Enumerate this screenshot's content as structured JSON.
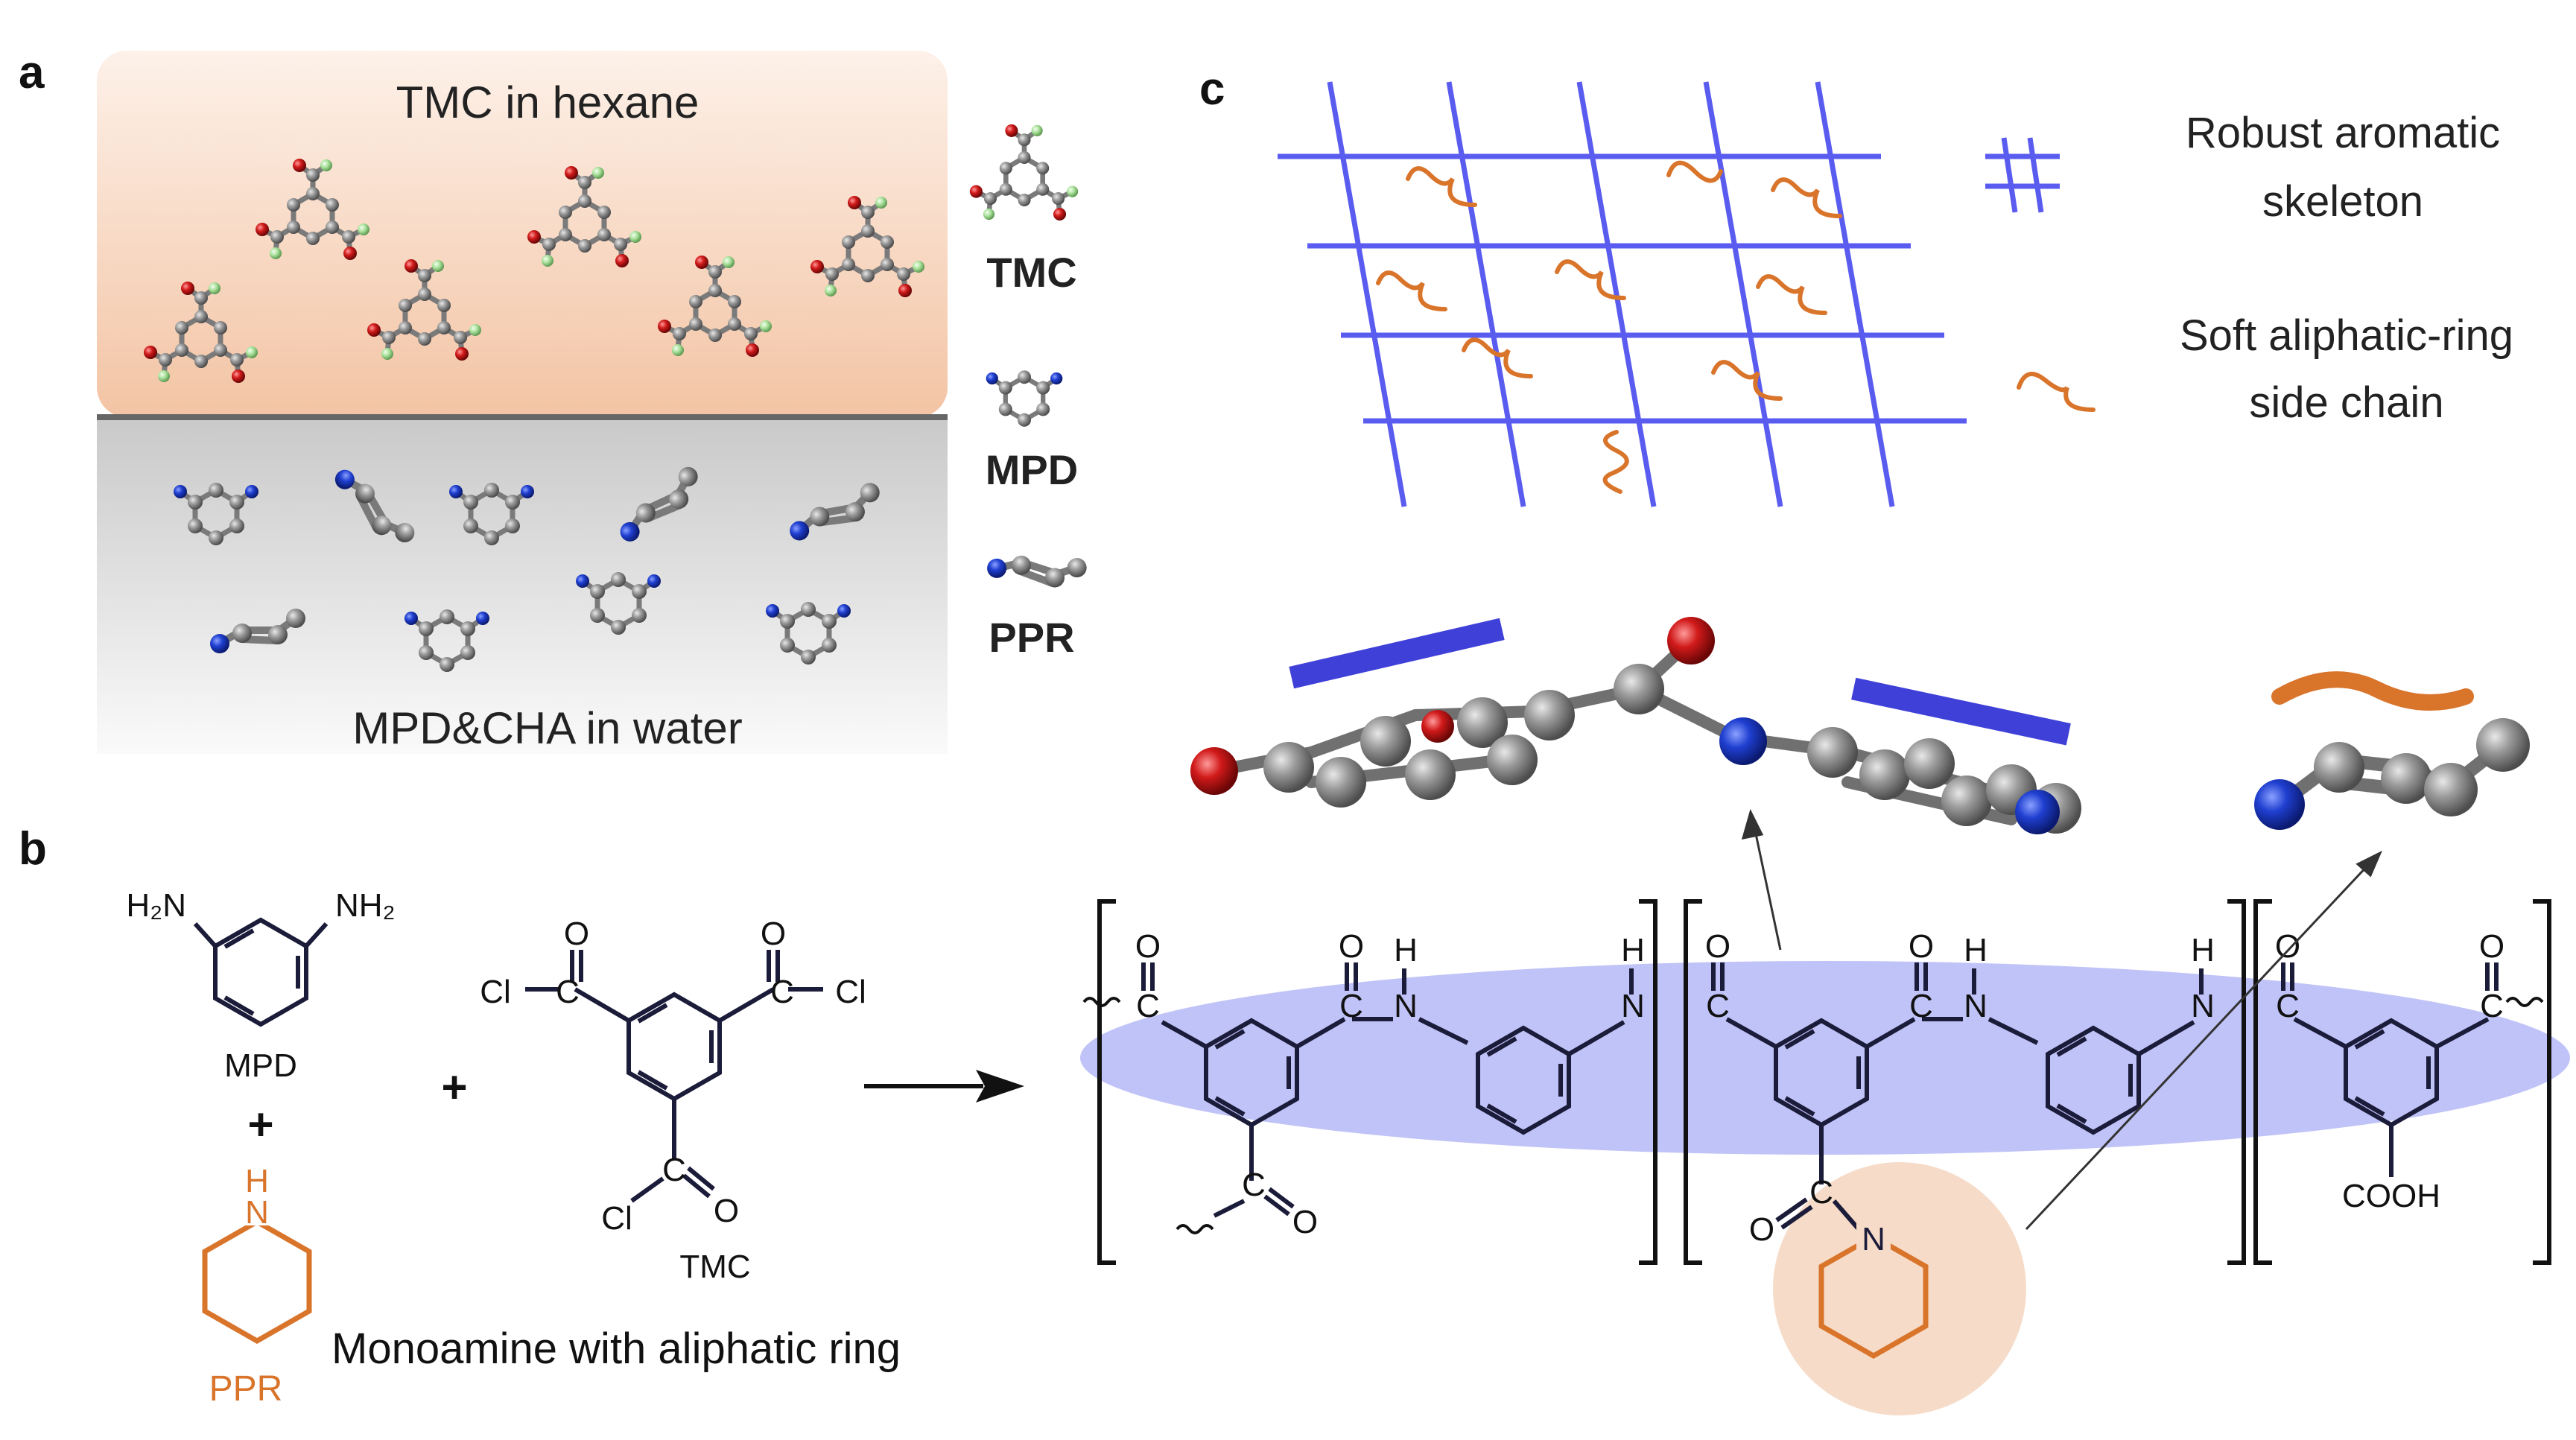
{
  "panels": {
    "a": {
      "label": "a",
      "top_text": "TMC in hexane",
      "bottom_text": "MPD&CHA in water",
      "legend": [
        "TMC",
        "MPD",
        "PPR"
      ]
    },
    "b": {
      "label": "b",
      "mpd_label": "MPD",
      "plus": "+",
      "ppr_label": "PPR",
      "tmc_label": "TMC",
      "caption": "Monoamine with aliphatic ring",
      "atoms": {
        "h2n": "H₂N",
        "nh2": "NH₂",
        "cl": "Cl",
        "c": "C",
        "o": "O",
        "n": "N",
        "h": "H",
        "cooh": "COOH"
      }
    },
    "c": {
      "label": "c",
      "legend_skeleton": [
        "Robust aromatic",
        "skeleton"
      ],
      "legend_chain": [
        "Soft aliphatic-ring",
        "side chain"
      ]
    }
  },
  "colors": {
    "network_blue": "#5a5cf0",
    "chain_orange": "#d9742b",
    "hexane_peach": "#f3c3a3",
    "water_grey": "#cfcfcf",
    "ellipse_fill": "#b9bdf6",
    "ppr_circle": "#f6dcc8",
    "atom_carbon": "#8e8e8e",
    "atom_nitrogen": "#1f3fd0",
    "atom_oxygen": "#d11a1a",
    "atom_chlorine": "#9bd88f"
  },
  "icons": [
    "tmc-molecule-icon",
    "mpd-molecule-icon",
    "ppr-molecule-icon",
    "reaction-arrow-icon"
  ]
}
